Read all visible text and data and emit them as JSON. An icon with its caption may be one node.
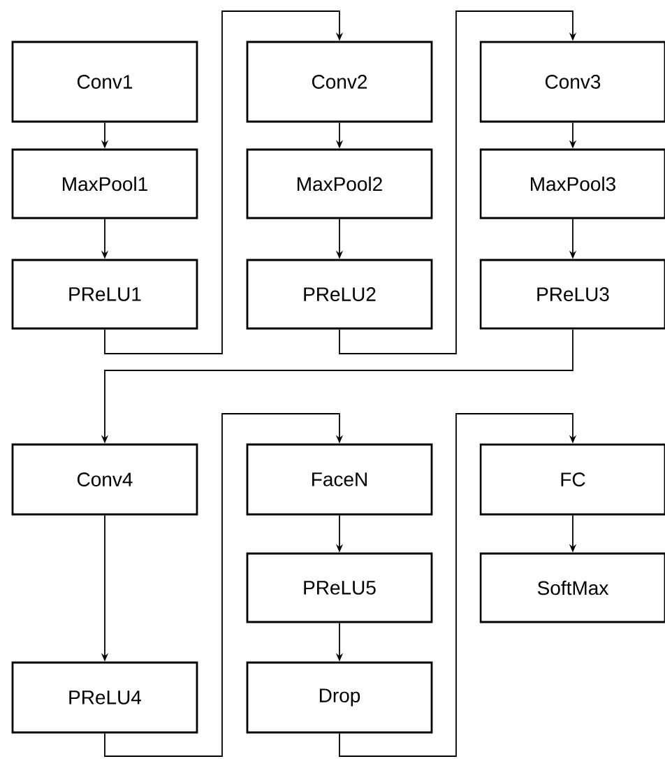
{
  "diagram": {
    "nodes": [
      {
        "text": [
          "Conv1"
        ]
      },
      {
        "text": [
          "MaxPool1"
        ]
      },
      {
        "text": [
          "PReLU1"
        ]
      },
      {
        "text": [
          "Conv2"
        ]
      },
      {
        "text": [
          "MaxPool2"
        ]
      },
      {
        "text": [
          "PReLU2"
        ]
      },
      {
        "text": [
          "Conv3"
        ]
      },
      {
        "text": [
          "MaxPool3"
        ]
      },
      {
        "text": [
          "PReLU3"
        ]
      },
      {
        "text": [
          "Conv4"
        ]
      },
      {
        "text": [
          "PReLU4"
        ]
      },
      {
        "text": [
          "FaceN"
        ]
      },
      {
        "text": [
          "PReLU5"
        ]
      },
      {
        "text": [
          "Drop"
        ]
      },
      {
        "text": [
          "FC"
        ]
      },
      {
        "text": [
          "SoftMax"
        ]
      }
    ],
    "edges": [
      {
        "from": 0,
        "to": 1,
        "arrow": "to"
      },
      {
        "from": 1,
        "to": 2,
        "arrow": "to"
      },
      {
        "from": 2,
        "to": 3,
        "arrow": "to"
      },
      {
        "from": 3,
        "to": 4,
        "arrow": "to"
      },
      {
        "from": 4,
        "to": 5,
        "arrow": "to"
      },
      {
        "from": 5,
        "to": 6,
        "arrow": "to"
      },
      {
        "from": 6,
        "to": 7,
        "arrow": "to"
      },
      {
        "from": 7,
        "to": 8,
        "arrow": "to"
      },
      {
        "from": 8,
        "to": 9,
        "arrow": "to"
      },
      {
        "from": 9,
        "to": 10,
        "arrow": "to"
      },
      {
        "from": 10,
        "to": 11,
        "arrow": "to"
      },
      {
        "from": 11,
        "to": 12,
        "arrow": "to"
      },
      {
        "from": 12,
        "to": 13,
        "arrow": "to"
      },
      {
        "from": 13,
        "to": 14,
        "arrow": "to"
      },
      {
        "from": 14,
        "to": 15,
        "arrow": "to"
      }
    ]
  }
}
